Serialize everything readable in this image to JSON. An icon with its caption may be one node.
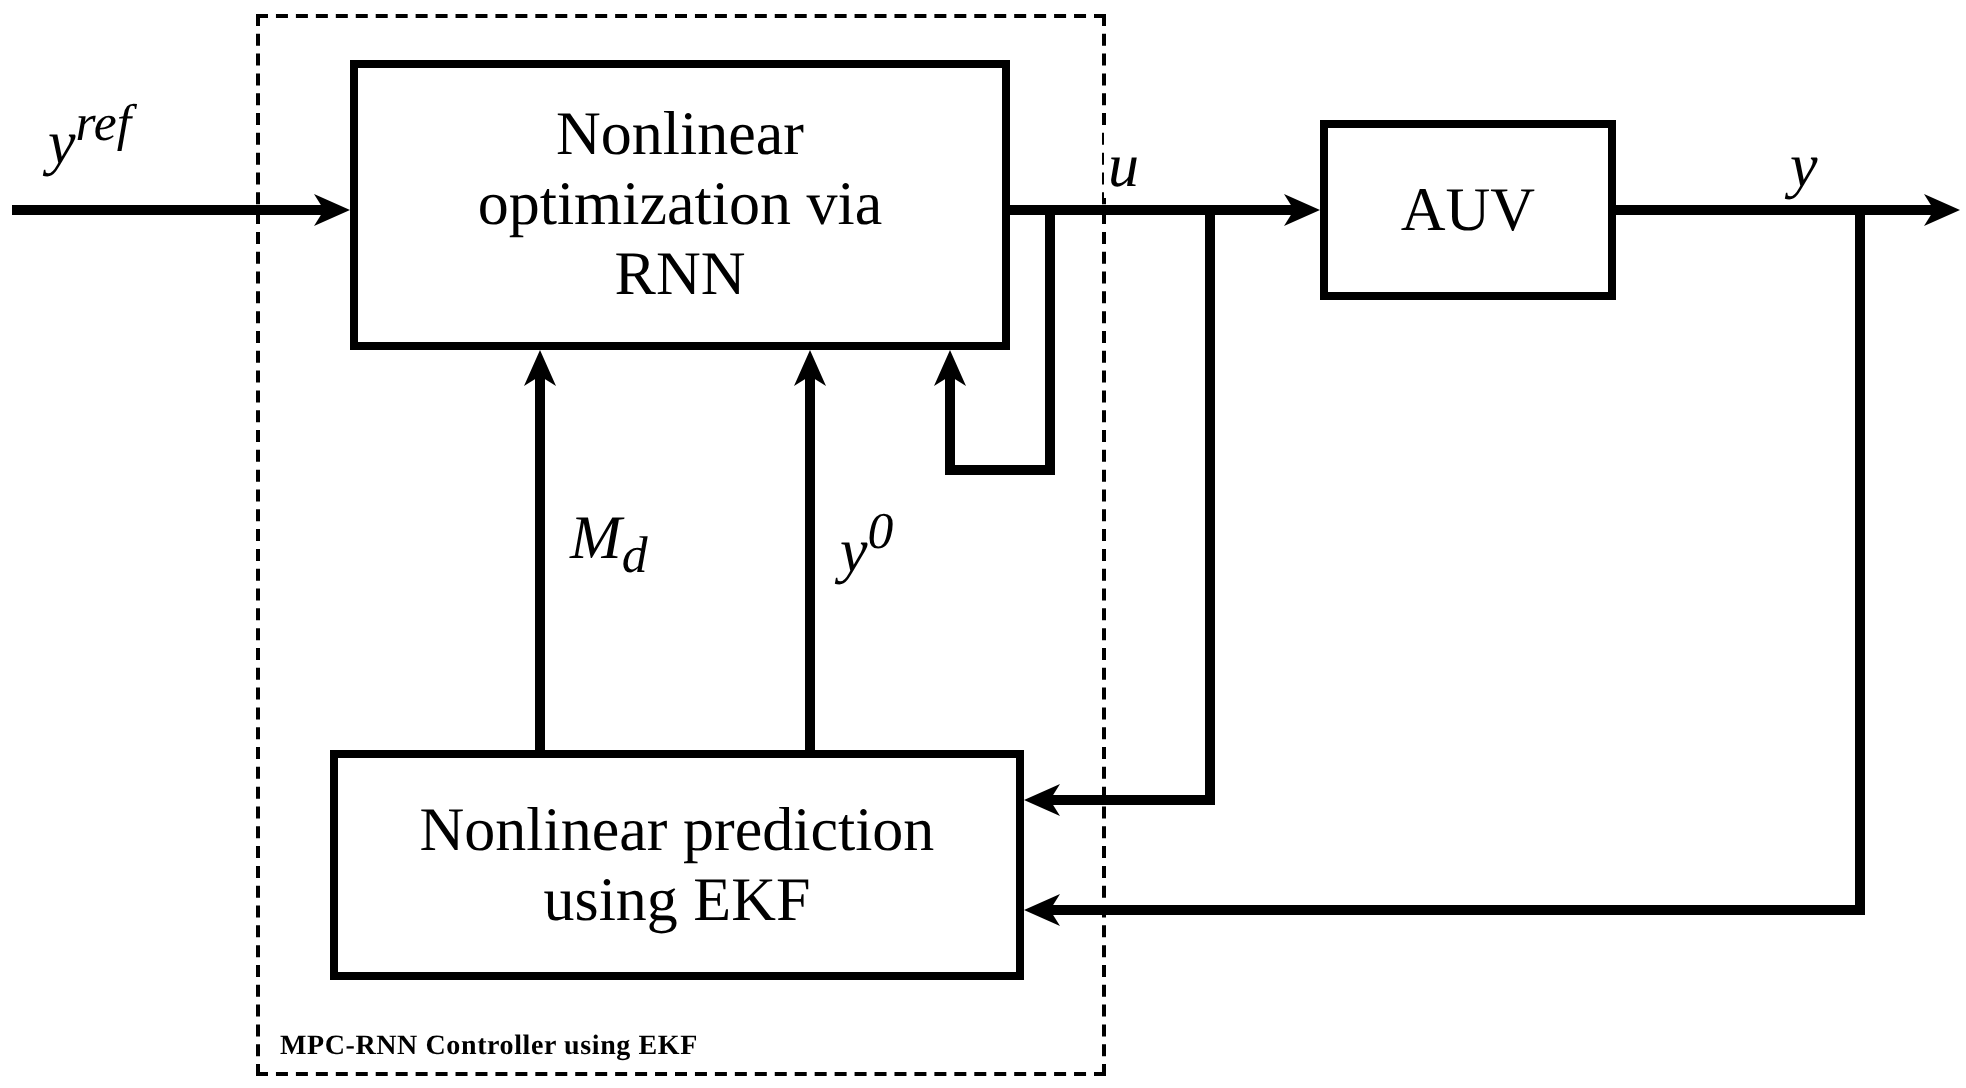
{
  "diagram": {
    "nodes": [
      {
        "text": [
          "MPC-RNN Controller using EKF"
        ]
      },
      {
        "text": [
          "Nonlinear optimization via RNN"
        ],
        "in": 0
      },
      {
        "text": [
          "Nonlinear prediction using EKF"
        ],
        "in": 0
      },
      {
        "text": [
          "AUV"
        ]
      }
    ],
    "edges": [
      {
        "from": null,
        "to": 1,
        "arrow": "to",
        "label": "y$^{ref}$"
      },
      {
        "from": 1,
        "to": 3,
        "arrow": "to",
        "label": "u"
      },
      {
        "from": 1,
        "to": 2,
        "arrow": "to"
      },
      {
        "from": 3,
        "to": null,
        "arrow": "to",
        "label": "y"
      },
      {
        "from": 3,
        "to": 2,
        "arrow": "to"
      },
      {
        "from": 2,
        "to": 1,
        "arrow": "to",
        "label": "M$_{d}$"
      },
      {
        "from": 2,
        "to": 1,
        "arrow": "to",
        "label": "y$^{0}$"
      },
      {
        "from": 1,
        "to": 1,
        "arrow": "to"
      }
    ]
  }
}
